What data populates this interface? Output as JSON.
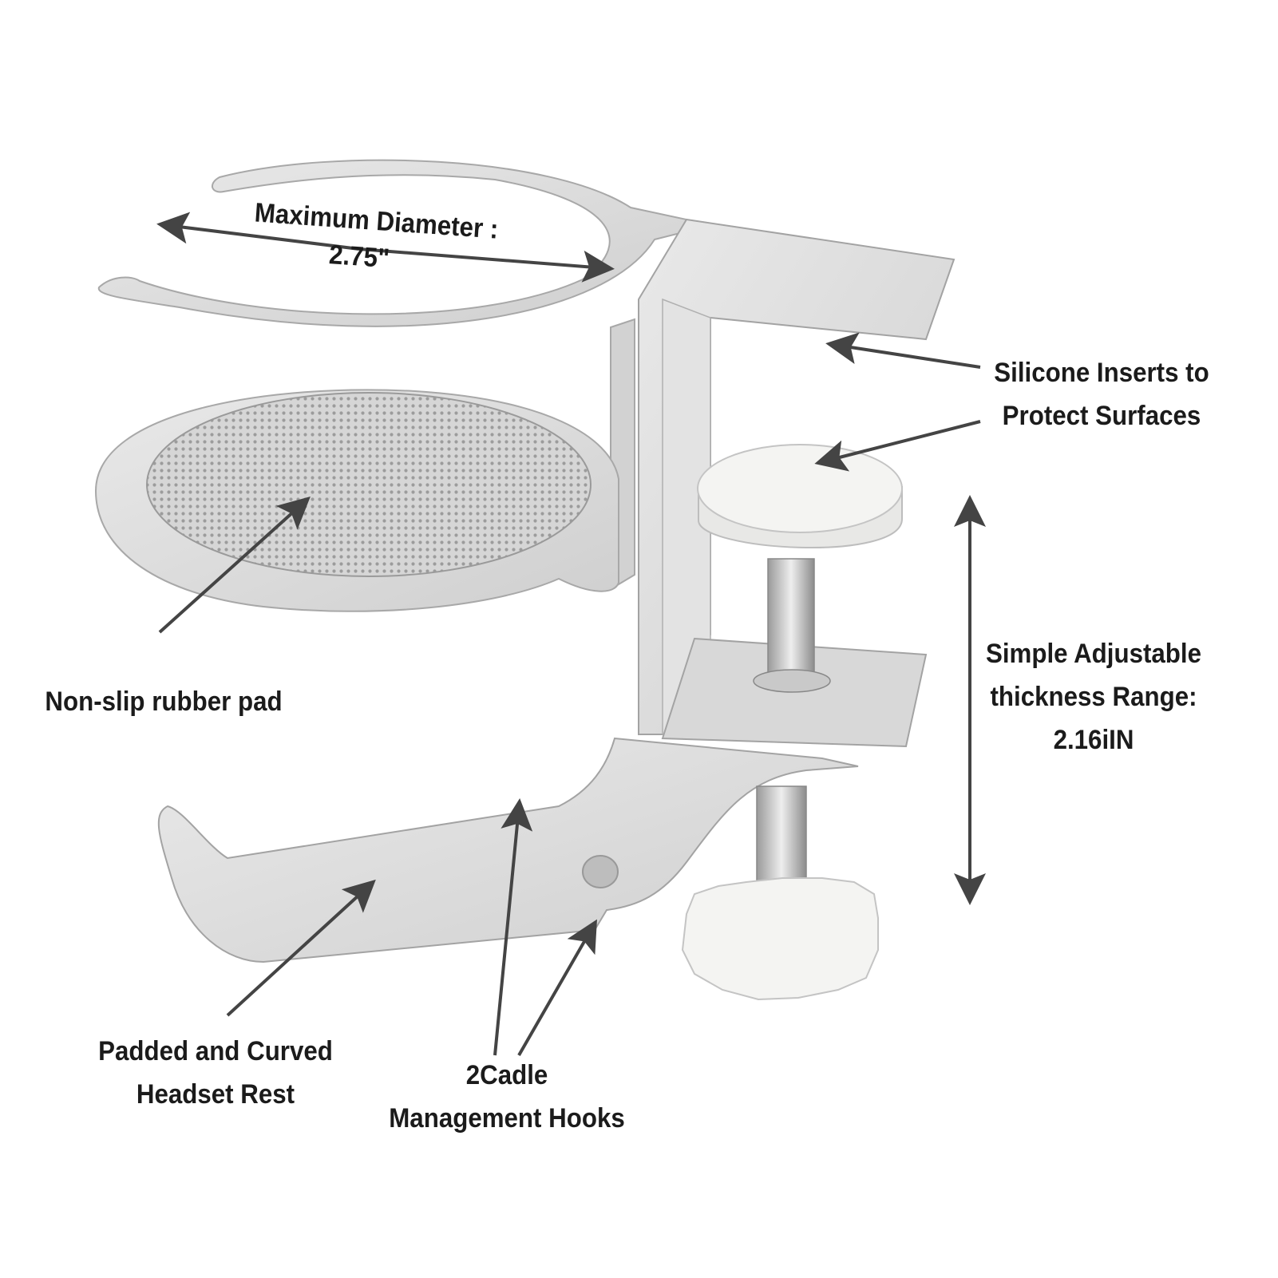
{
  "colors": {
    "background": "#ffffff",
    "metal": "#dcdcdc",
    "metal_shadow": "#b8b8b8",
    "mesh": "#a9a9a9",
    "knob": "#f4f4f2",
    "arrow": "#444444",
    "text": "#1b1b1b"
  },
  "labels": {
    "diameter_line1": "Maximum Diameter :",
    "diameter_line2": "2.75\"",
    "silicone_line1": "Silicone Inserts to",
    "silicone_line2": "Protect Surfaces",
    "rubber_pad": "Non-slip rubber pad",
    "thickness_line1": "Simple Adjustable",
    "thickness_line2": "thickness Range:",
    "thickness_line3": "2.16iIN",
    "headset_line1": "Padded and Curved",
    "headset_line2": "Headset Rest",
    "hooks_line1": "2Cadle",
    "hooks_line2": "Management Hooks"
  }
}
